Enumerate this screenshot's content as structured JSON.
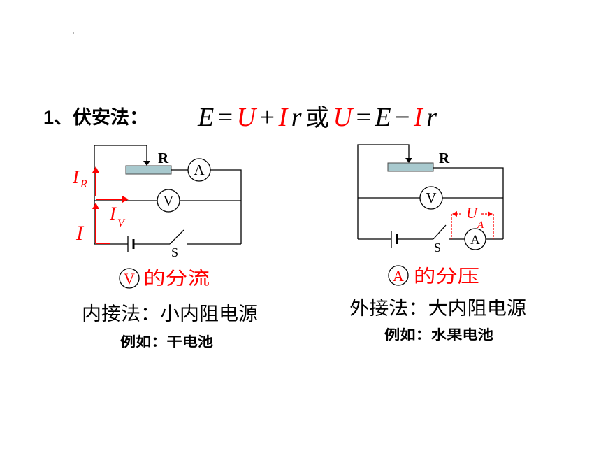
{
  "slide": {
    "heading": "1、伏安法：",
    "formula": [
      {
        "text": "E",
        "color": "#000000"
      },
      {
        "text": "=",
        "color": "#000000"
      },
      {
        "text": "U",
        "color": "#ff0000"
      },
      {
        "text": "+",
        "color": "#000000"
      },
      {
        "text": "I",
        "color": "#ff0000"
      },
      {
        "text": "r",
        "color": "#000000"
      },
      {
        "text": "或",
        "color": "#000000"
      },
      {
        "text": "U",
        "color": "#ff0000"
      },
      {
        "text": "=",
        "color": "#000000"
      },
      {
        "text": "E",
        "color": "#000000"
      },
      {
        "text": "−",
        "color": "#000000"
      },
      {
        "text": "I",
        "color": "#ff0000"
      },
      {
        "text": "r",
        "color": "#000000"
      }
    ],
    "colors": {
      "text": "#000000",
      "highlight": "#ff0000",
      "rheostat_fill": "#a8c9ce",
      "background": "#ffffff"
    },
    "left": {
      "circuit": {
        "rheostat_label": "R",
        "ammeter_label": "A",
        "voltmeter_label": "V",
        "switch_label": "S",
        "current_rheostat": {
          "symbol": "I",
          "subscript": "R"
        },
        "current_voltmeter": {
          "symbol": "I",
          "subscript": "V"
        },
        "current_total": "I"
      },
      "note_meter": "V",
      "note": "的分流",
      "method": "内接法：小内阻电源",
      "example": "例如：干电池"
    },
    "right": {
      "circuit": {
        "rheostat_label": "R",
        "voltmeter_label": "V",
        "ammeter_label": "A",
        "switch_label": "S",
        "ammeter_voltage": {
          "symbol": "U",
          "subscript": "A"
        }
      },
      "note_meter": "A",
      "note": "的分压",
      "method": "外接法：大内阻电源",
      "example": "例如：水果电池"
    }
  }
}
